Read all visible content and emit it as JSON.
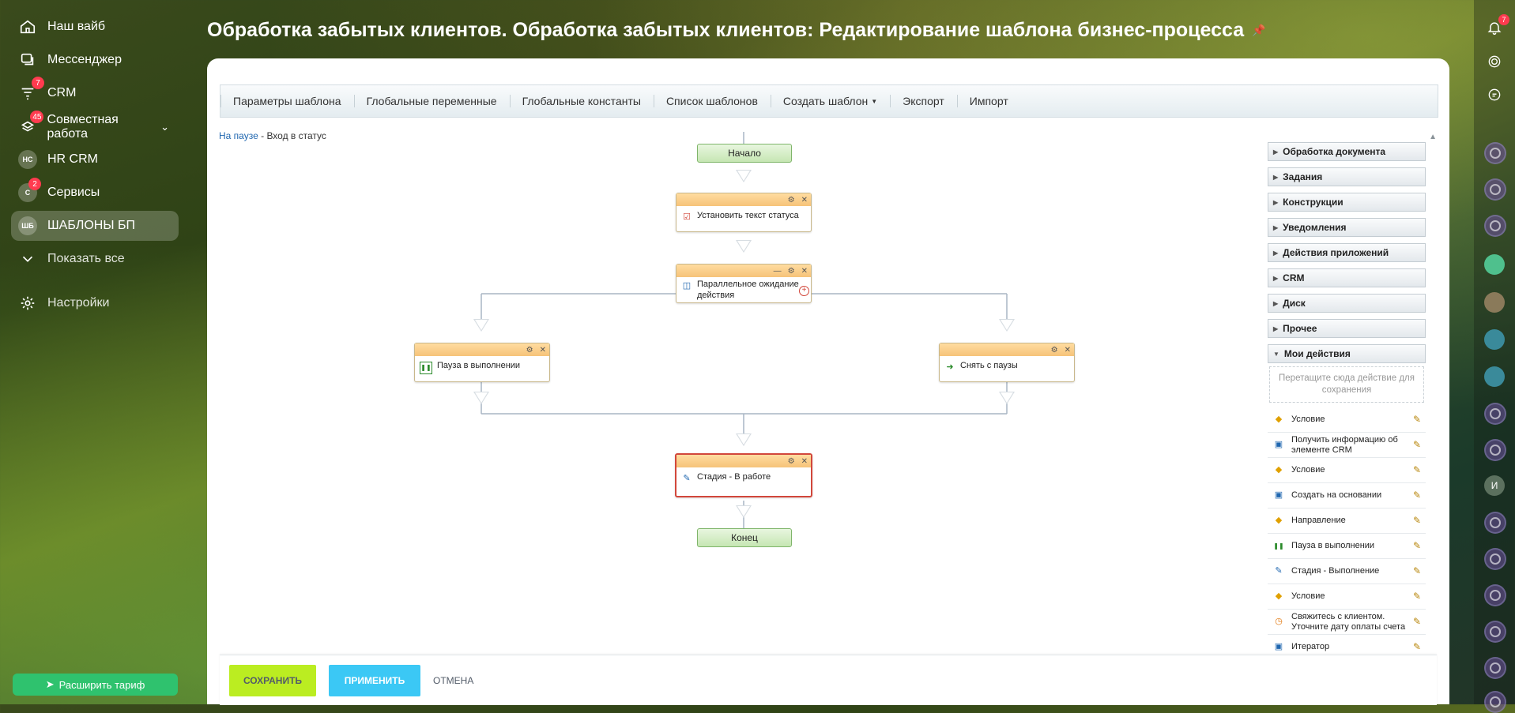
{
  "sidebar": {
    "items": [
      {
        "label": "Наш вайб",
        "icon": "home-icon"
      },
      {
        "label": "Мессенджер",
        "icon": "chat-icon"
      },
      {
        "label": "CRM",
        "icon": "filter-icon",
        "badge": "7"
      },
      {
        "label": "Совместная работа",
        "icon": "workgroup-icon",
        "badge": "45"
      },
      {
        "label": "HR CRM",
        "abbr": "НС"
      },
      {
        "label": "Сервисы",
        "abbr": "С",
        "badge": "2"
      },
      {
        "label": "ШАБЛОНЫ БП",
        "abbr": "ШБ"
      },
      {
        "label": "Показать все",
        "icon": "chevron-down-icon"
      },
      {
        "label": "Настройки",
        "icon": "gear-icon"
      }
    ],
    "upgrade_label": "Расширить тариф"
  },
  "header": {
    "title": "Обработка забытых клиентов. Обработка забытых клиентов: Редактирование шаблона бизнес-процесса"
  },
  "rail": {
    "notifications_badge": "7",
    "user_initial": "И"
  },
  "toolbar": {
    "items": [
      "Параметры шаблона",
      "Глобальные переменные",
      "Глобальные константы",
      "Список шаблонов",
      "Создать шаблон",
      "Экспорт",
      "Импорт"
    ]
  },
  "breadcrumb": {
    "link": "На паузе",
    "separator": " - ",
    "current": "Вход в статус"
  },
  "diagram": {
    "start": "Начало",
    "end": "Конец",
    "set_status": "Установить текст статуса",
    "parallel": "Параллельное ожидание действия",
    "pause": "Пауза в выполнении",
    "unpause": "Снять с паузы",
    "stage": "Стадия - В работе"
  },
  "palette": {
    "groups": [
      "Обработка документа",
      "Задания",
      "Конструкции",
      "Уведомления",
      "Действия приложений",
      "CRM",
      "Диск",
      "Прочее",
      "Мои действия"
    ],
    "drop_hint": "Перетащите сюда действие для сохранения",
    "my_actions": [
      {
        "label": "Условие",
        "icon": "condition-icon"
      },
      {
        "label": "Получить информацию об элементе CRM",
        "icon": "crm-info-icon"
      },
      {
        "label": "Условие",
        "icon": "condition-icon"
      },
      {
        "label": "Создать на основании",
        "icon": "create-based-icon"
      },
      {
        "label": "Направление",
        "icon": "direction-icon"
      },
      {
        "label": "Пауза в выполнении",
        "icon": "pause-icon"
      },
      {
        "label": "Стадия - Выполнение",
        "icon": "stage-icon"
      },
      {
        "label": "Условие",
        "icon": "condition-icon"
      },
      {
        "label": "Свяжитесь с клиентом. Уточните дату оплаты счета",
        "icon": "task-icon"
      },
      {
        "label": "Итератор",
        "icon": "iterator-icon"
      }
    ]
  },
  "footer": {
    "save": "СОХРАНИТЬ",
    "apply": "ПРИМЕНИТЬ",
    "cancel": "ОТМЕНА"
  },
  "colors": {
    "accent_green": "#bbed21",
    "accent_blue": "#3bc8f5",
    "selection_red": "#d2473b",
    "badge_red": "#ff3b4f"
  }
}
